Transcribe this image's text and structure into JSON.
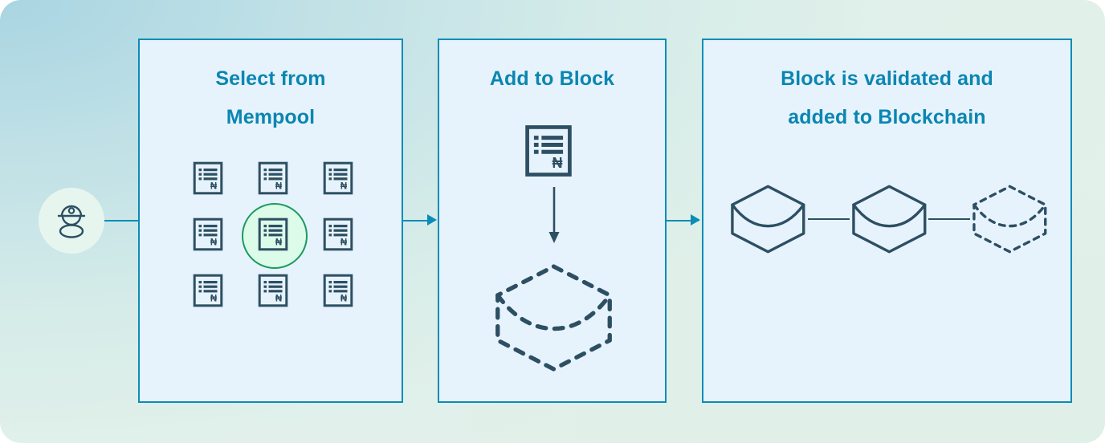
{
  "diagram": {
    "title_text_color": "#0a86b2",
    "panel_fill": "#e7f3fc",
    "panel_border": "#0b8cb6",
    "icon_stroke": "#2d4f63",
    "highlight_ring": "#1a9a5f",
    "highlight_fill": "#ddfbe9",
    "background_start": "#abd7e3",
    "background_end": "#dff0e8"
  },
  "actor": {
    "icon": "miner-avatar-icon",
    "label": ""
  },
  "panels": [
    {
      "id": "select-from-mempool",
      "title": "Select from\nMempool",
      "transactions": [
        {
          "id": "tx-1",
          "icon": "transaction-document-icon",
          "selected": false
        },
        {
          "id": "tx-2",
          "icon": "transaction-document-icon",
          "selected": false
        },
        {
          "id": "tx-3",
          "icon": "transaction-document-icon",
          "selected": false
        },
        {
          "id": "tx-4",
          "icon": "transaction-document-icon",
          "selected": false
        },
        {
          "id": "tx-5",
          "icon": "transaction-document-icon",
          "selected": true
        },
        {
          "id": "tx-6",
          "icon": "transaction-document-icon",
          "selected": false
        },
        {
          "id": "tx-7",
          "icon": "transaction-document-icon",
          "selected": false
        },
        {
          "id": "tx-8",
          "icon": "transaction-document-icon",
          "selected": false
        },
        {
          "id": "tx-9",
          "icon": "transaction-document-icon",
          "selected": false
        }
      ]
    },
    {
      "id": "add-to-block",
      "title": "Add to Block",
      "source_icon": "transaction-document-icon",
      "flow_arrow": "down-arrow-icon",
      "target_icon": "pending-block-cube-icon"
    },
    {
      "id": "block-validated",
      "title": "Block is validated and\nadded to Blockchain",
      "blocks": [
        {
          "id": "block-1",
          "icon": "block-cube-icon",
          "state": "solid"
        },
        {
          "id": "block-2",
          "icon": "block-cube-icon",
          "state": "solid"
        },
        {
          "id": "block-3",
          "icon": "pending-block-cube-icon",
          "state": "dashed"
        }
      ],
      "links": 2
    }
  ],
  "connectors": [
    {
      "id": "actor-to-panel-1",
      "arrowhead": false
    },
    {
      "id": "panel-1-to-panel-2",
      "arrowhead": true
    },
    {
      "id": "panel-2-to-panel-3",
      "arrowhead": true
    }
  ]
}
